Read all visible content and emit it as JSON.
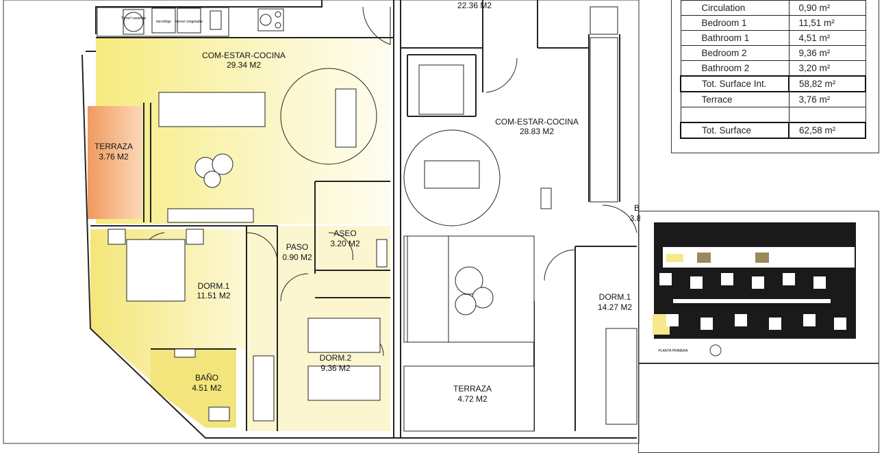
{
  "rooms": {
    "left_living": {
      "name": "COM-ESTAR-COCINA",
      "area": "29.34 M2"
    },
    "left_terrace": {
      "name": "TERRAZA",
      "area": "3.76 M2"
    },
    "left_bedroom1": {
      "name": "DORM.1",
      "area": "11.51 M2"
    },
    "left_hall": {
      "name": "PASO",
      "area": "0.90 M2"
    },
    "left_toilet": {
      "name": "ASEO",
      "area": "3.20 M2"
    },
    "left_bathroom": {
      "name": "BAÑO",
      "area": "4.51 M2"
    },
    "left_bedroom2": {
      "name": "DORM.2",
      "area": "9.36 M2"
    },
    "right_top": {
      "area": "22.36 M2"
    },
    "right_living": {
      "name": "COM-ESTAR-COCINA",
      "area": "28.83 M2"
    },
    "right_terrace": {
      "name": "TERRAZA",
      "area": "4.72 M2"
    },
    "right_bedroom1": {
      "name": "DORM.1",
      "area": "14.27 M2"
    },
    "right_partial": {
      "name": "B",
      "area": "3.8"
    }
  },
  "appliances": {
    "washer": "Torno/ Lavadora",
    "micro": "microfrigo",
    "oven": "horno/ congelador"
  },
  "surface_table": {
    "rows": [
      {
        "label": "Circulation",
        "value": "0,90 m²"
      },
      {
        "label": "Bedroom 1",
        "value": "11,51 m²"
      },
      {
        "label": "Bathroom 1",
        "value": "4,51 m²"
      },
      {
        "label": "Bedroom 2",
        "value": "9,36 m²"
      },
      {
        "label": "Bathroom 2",
        "value": "3,20 m²"
      },
      {
        "label": "Tot. Surface Int.",
        "value": "58,82 m²",
        "bold": true
      },
      {
        "label": "Terrace",
        "value": "3,76 m²"
      },
      {
        "label": "",
        "value": ""
      },
      {
        "label": "Tot. Surface",
        "value": "62,58 m²",
        "bold": true
      }
    ]
  },
  "key_plan": {
    "title": "PLANTA PRIMERA"
  },
  "colors": {
    "living_fill": "#f8ef9a",
    "terrace_fill": "#f0995e",
    "highlight": "#f5e98a"
  }
}
